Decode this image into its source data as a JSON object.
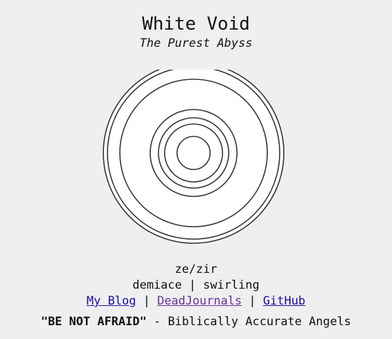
{
  "header": {
    "title": "White Void",
    "subtitle": "The Purest Abyss"
  },
  "emblem": {
    "icon": "concentric-circles-icon",
    "stroke_color": "#333333",
    "fill_color": "#ffffff"
  },
  "profile": {
    "pronouns": "ze/zir",
    "tag_1": "demiace",
    "tag_separator": "|",
    "tag_2": "swirling"
  },
  "links": {
    "separator": "|",
    "items": [
      {
        "label": "My Blog",
        "color": "#1a0dab"
      },
      {
        "label": "DeadJournals",
        "color": "#6a2f9a"
      },
      {
        "label": "GitHub",
        "color": "#1a0dab"
      }
    ]
  },
  "quote": {
    "text": "\"BE NOT AFRAID\"",
    "attribution": " - Biblically Accurate Angels"
  }
}
